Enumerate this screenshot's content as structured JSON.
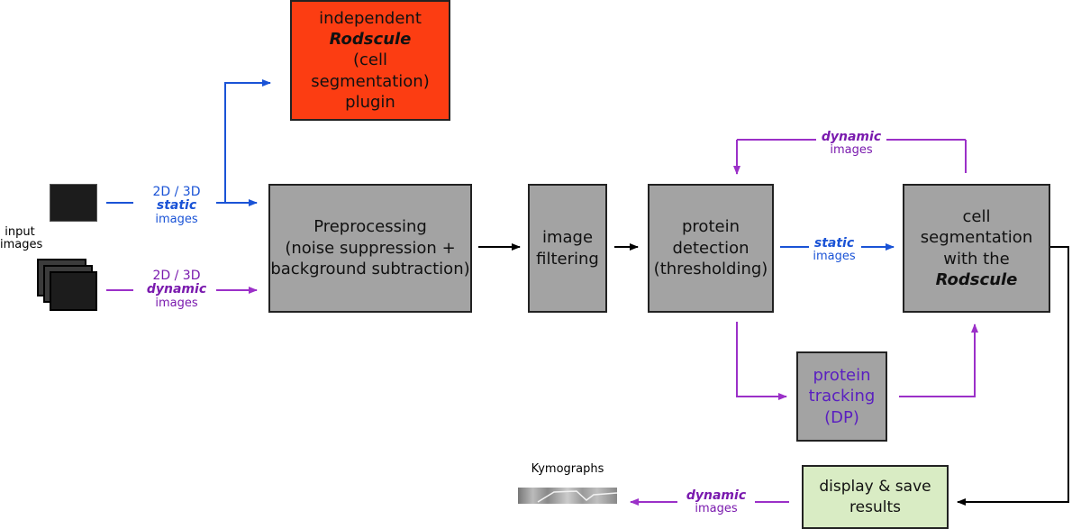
{
  "input": {
    "line1": "input",
    "line2": "images"
  },
  "input_static_label": {
    "dims": "2D / 3D",
    "kind": "static",
    "word": "images"
  },
  "input_dynamic_label": {
    "dims": "2D / 3D",
    "kind": "dynamic",
    "word": "images"
  },
  "plugin_box": {
    "line1": "independent",
    "line2": "Rodscule",
    "line3": "(cell segmentation)",
    "line4": "plugin"
  },
  "preprocessing_box": {
    "line1": "Preprocessing",
    "line2": "(noise suppression +",
    "line3": "background subtraction)"
  },
  "filtering_box": {
    "line1": "image",
    "line2": "filtering"
  },
  "detection_box": {
    "line1": "protein",
    "line2": "detection",
    "line3": "(thresholding)"
  },
  "segmentation_box": {
    "line1": "cell",
    "line2": "segmentation",
    "line3": "with the",
    "line4": "Rodscule"
  },
  "tracking_box": {
    "line1": "protein",
    "line2": "tracking",
    "line3": "(DP)"
  },
  "display_box": {
    "line1": "display & save",
    "line2": "results"
  },
  "static_label": {
    "kind": "static",
    "word": "images"
  },
  "dynamic_feedback_label": {
    "kind": "dynamic",
    "word": "images"
  },
  "dynamic_output_label": {
    "kind": "dynamic",
    "word": "images"
  },
  "kymographs": {
    "label": "Kymographs"
  },
  "colors": {
    "blue": "#1a53d6",
    "purple": "#8a2bc4",
    "black": "#000000",
    "red_box": "#fc3d12",
    "gray_box": "#a3a3a3",
    "green_box": "#d9ecc4"
  }
}
